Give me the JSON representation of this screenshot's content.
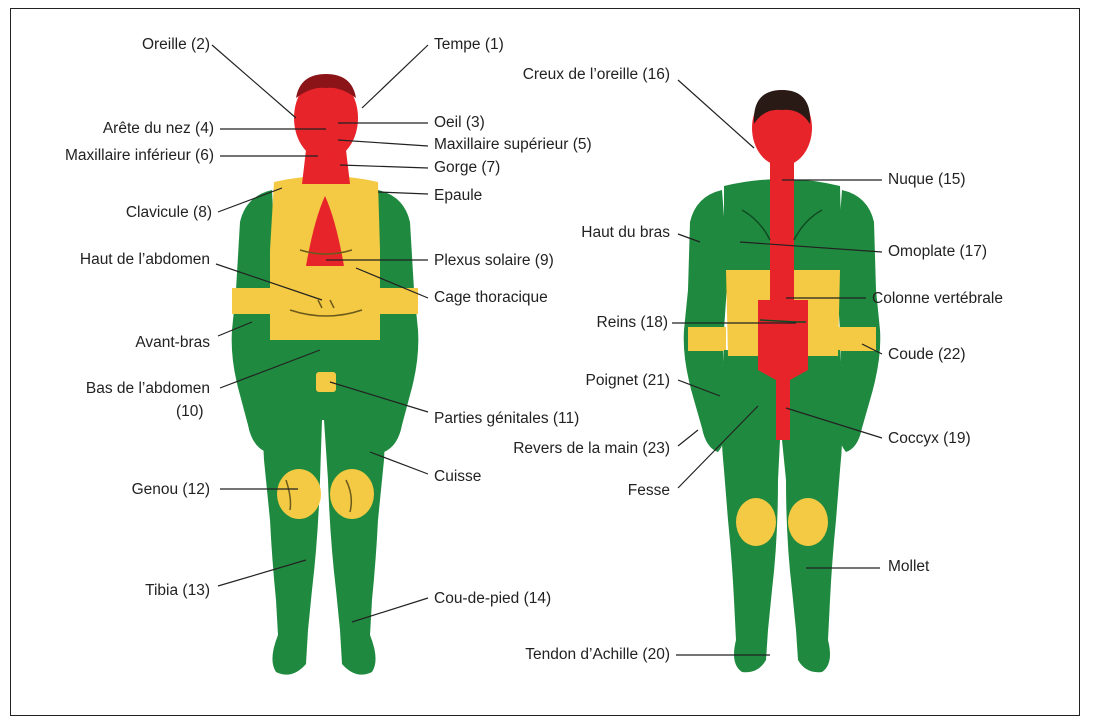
{
  "colors": {
    "red": "#e8242b",
    "yellow": "#f4c943",
    "green": "#1f8a3f",
    "hair": "#2a1a16",
    "line": "#222222"
  },
  "front_labels": {
    "oreille": "Oreille (2)",
    "tempe": "Tempe (1)",
    "arete_nez": "Arête du nez (4)",
    "oeil": "Oeil (3)",
    "maxillaire_sup": "Maxillaire supérieur (5)",
    "maxillaire_inf": "Maxillaire inférieur (6)",
    "gorge": "Gorge (7)",
    "epaule": "Epaule",
    "clavicule": "Clavicule (8)",
    "haut_abdomen": "Haut de l’abdomen",
    "plexus": "Plexus solaire (9)",
    "cage": "Cage thoracique",
    "avant_bras": "Avant-bras",
    "bas_abdomen": "Bas de l’abdomen",
    "bas_abdomen_num": "(10)",
    "parties_genitales": "Parties génitales (11)",
    "cuisse": "Cuisse",
    "genou": "Genou (12)",
    "tibia": "Tibia (13)",
    "cou_de_pied": "Cou-de-pied (14)"
  },
  "back_labels": {
    "creux_oreille": "Creux de l’oreille (16)",
    "nuque": "Nuque (15)",
    "haut_bras": "Haut du bras",
    "omoplate": "Omoplate (17)",
    "colonne": "Colonne vertébrale",
    "reins": "Reins (18)",
    "coude": "Coude (22)",
    "poignet": "Poignet (21)",
    "revers_main": "Revers de la main (23)",
    "coccyx": "Coccyx (19)",
    "fesse": "Fesse",
    "mollet": "Mollet",
    "tendon": "Tendon d’Achille (20)"
  }
}
